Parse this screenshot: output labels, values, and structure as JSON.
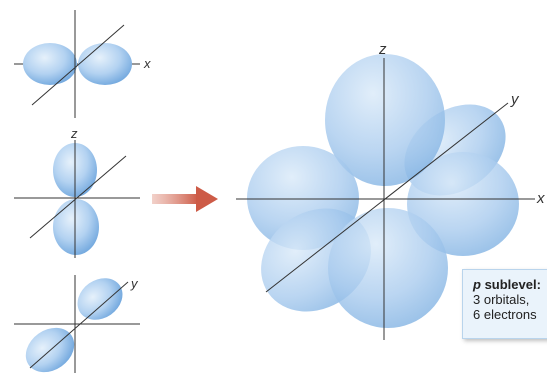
{
  "small_diagrams": [
    {
      "axis_label": "x"
    },
    {
      "axis_label": "z"
    },
    {
      "axis_label": "y"
    }
  ],
  "large_diagram": {
    "axis_labels": {
      "z": "z",
      "y": "y",
      "x": "x"
    }
  },
  "info_box": {
    "title_italic": "p",
    "title_rest": " sublevel:",
    "line1": "3 orbitals,",
    "line2": "6 electrons"
  },
  "colors": {
    "lobe_light": "#cfe3f7",
    "lobe_dark": "#6fa6dd",
    "arrow": "#cd5b47",
    "axis": "#333333"
  }
}
